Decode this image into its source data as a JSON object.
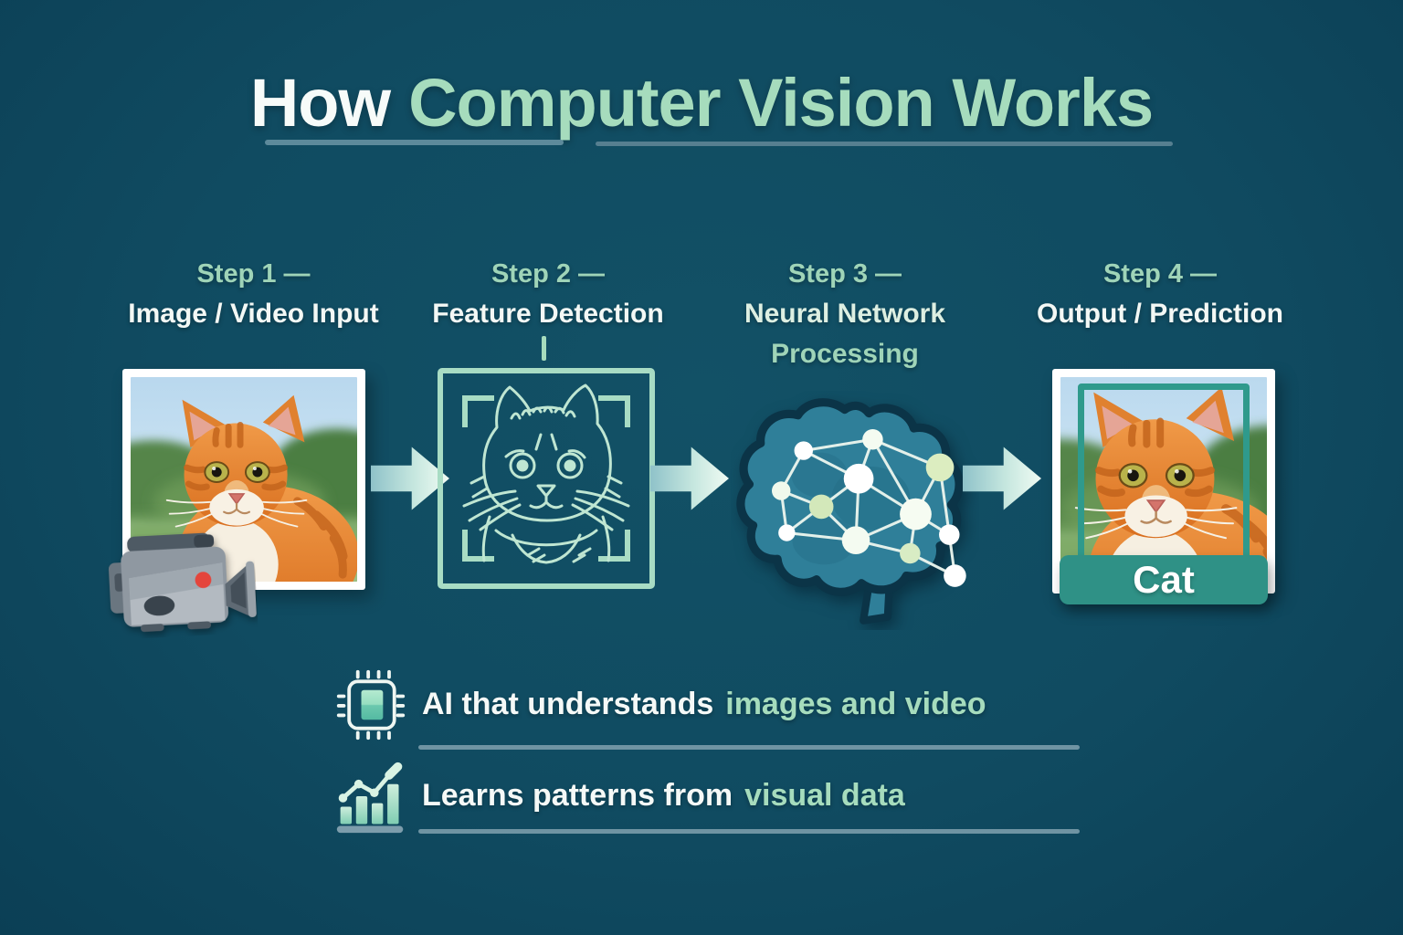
{
  "title": {
    "prefix": "How",
    "highlight": "Computer Vision Works"
  },
  "steps": [
    {
      "label": "Step 1 —",
      "name": "Image / Video Input"
    },
    {
      "label": "Step 2 —",
      "name": "Feature Detection"
    },
    {
      "label": "Step 3 —",
      "name": "Neural Network",
      "name2": "Processing"
    },
    {
      "label": "Step 4 —",
      "name": "Output / Prediction"
    }
  ],
  "output": {
    "box_label": "Cat"
  },
  "footer": {
    "items": [
      {
        "icon": "chip-icon",
        "white": "AI that understands",
        "green": "images and video"
      },
      {
        "icon": "bar-chart-icon",
        "white": "Learns patterns from",
        "green": "visual data"
      }
    ]
  },
  "icons": [
    "video-camera-icon",
    "detection-frame-icon",
    "brain-network-icon",
    "arrow-right-icon",
    "chip-icon",
    "bar-chart-icon"
  ],
  "colors": {
    "background": "#104b61",
    "mint": "#a6dcbd",
    "white_text": "#f7fbf9",
    "underline": "#5d8a9b",
    "divider": "#6f94a3",
    "prediction_teal": "#2f9186",
    "arrow_gradient_start": "#8fc2c9",
    "arrow_gradient_end": "#f0fbf3",
    "cat_fur_orange": "#e8893a",
    "brain_fill": "#2f7f99",
    "brain_outline": "#0b3447"
  }
}
